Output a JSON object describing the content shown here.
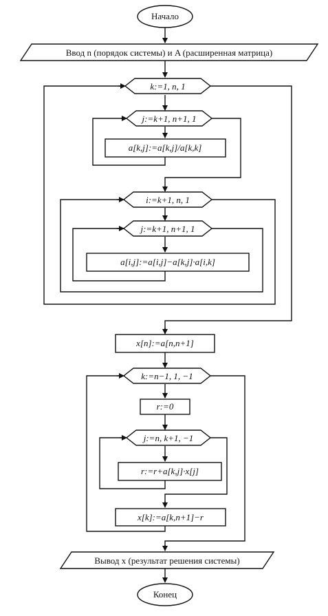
{
  "flowchart": {
    "start": "Начало",
    "input": "Ввод n (порядок системы) и A (расширенная матрица)",
    "loop_k": "k:=1, n, 1",
    "loop_j1": "j:=k+1, n+1, 1",
    "assign_norm": "a[k,j]:=a[k,j]/a[k,k]",
    "loop_i": "i:=k+1, n, 1",
    "loop_j2": "j:=k+1, n+1, 1",
    "assign_elim": "a[i,j]:=a[i,j]−a[k,j]·a[i,k]",
    "assign_xn": "x[n]:=a[n,n+1]",
    "loop_k_back": "k:=n−1, 1, −1",
    "assign_r0": "r:=0",
    "loop_j3": "j:=n, k+1, −1",
    "assign_r": "r:=r+a[k,j]·x[j]",
    "assign_xk": "x[k]:=a[k,n+1]−r",
    "output": "Вывод x (результат решения системы)",
    "end": "Конец"
  }
}
